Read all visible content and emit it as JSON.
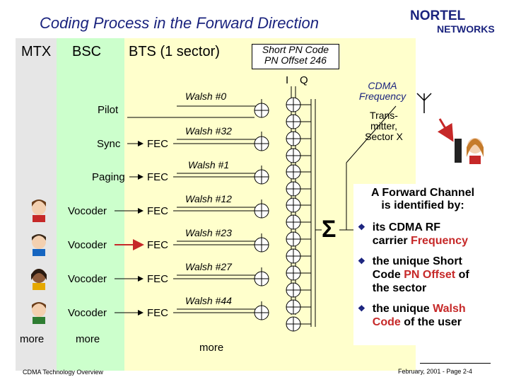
{
  "title": "Coding Process in the Forward Direction",
  "logo": {
    "line1": "NORTEL",
    "line2": "NETWORKS"
  },
  "columns": {
    "mtx": "MTX",
    "bsc": "BSC",
    "bts": "BTS (1 sector)"
  },
  "short_pn_box": {
    "line1": "Short PN Code",
    "line2": "PN Offset 246"
  },
  "iq": {
    "i": "I",
    "q": "Q"
  },
  "channels": {
    "pilot": "Pilot",
    "sync": "Sync",
    "paging": "Paging",
    "vocoder": "Vocoder",
    "more_left": "more",
    "more_bsc": "more",
    "more_bottom": "more"
  },
  "fec": "FEC",
  "walsh": [
    "Walsh #0",
    "Walsh #32",
    "Walsh #1",
    "Walsh #12",
    "Walsh #23",
    "Walsh #27",
    "Walsh #44"
  ],
  "sum_symbol": "Σ",
  "cdma_freq": {
    "line1": "CDMA",
    "line2": "Frequency"
  },
  "transmitter": {
    "line1": "Trans-",
    "line2": "mitter,",
    "line3": "Sector X"
  },
  "info": {
    "heading1": "A Forward Channel",
    "heading2": "is identified by:",
    "b1_part1": "its CDMA RF",
    "b1_part2": "carrier",
    "b1_red": "Frequency",
    "b2_part1": "the unique Short",
    "b2_part2": "Code",
    "b2_red": "PN Offset",
    "b2_part3": "of",
    "b2_part4": "the sector",
    "b3_part1": "the unique",
    "b3_red1": "Walsh",
    "b3_red2": "Code",
    "b3_part2": "of the user"
  },
  "footer": {
    "left": "CDMA Technology Overview",
    "right": "February, 2001 - Page 2-4"
  },
  "colors": {
    "mtx_bg": "#e6e6e6",
    "bsc_bg": "#ccffcc",
    "bts_bg": "#ffffcc",
    "title": "#1a237e",
    "accent_red": "#c62828"
  }
}
